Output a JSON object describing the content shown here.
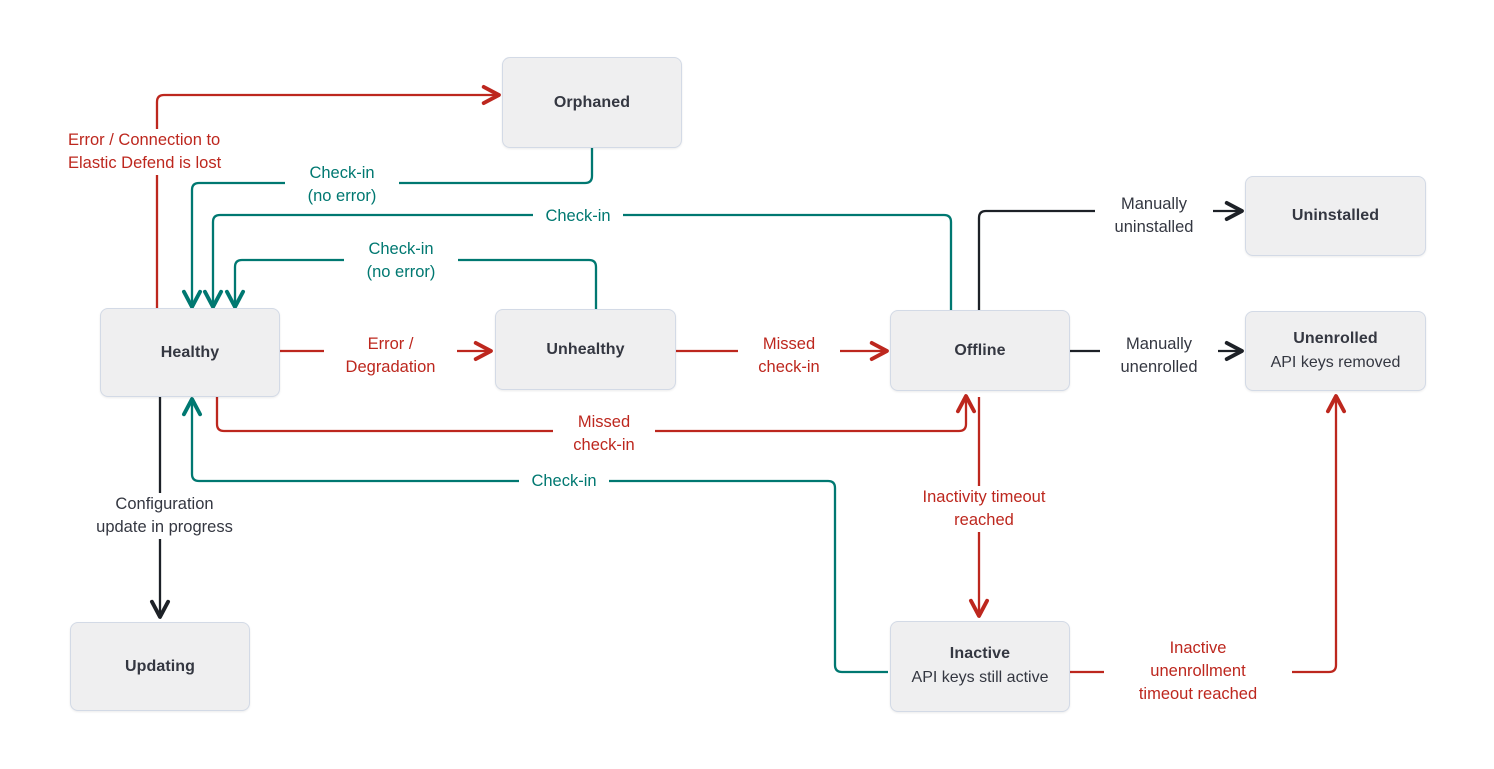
{
  "diagram": {
    "title": "Elastic Agent status state diagram",
    "colors": {
      "red": "#BD271E",
      "teal": "#007871",
      "dark": "#343741",
      "node_fill": "#EFEFF0",
      "node_border": "#D3DAE6",
      "background": "#FFFFFF"
    },
    "nodes": [
      {
        "id": "orphaned",
        "title": "Orphaned",
        "sub": ""
      },
      {
        "id": "healthy",
        "title": "Healthy",
        "sub": ""
      },
      {
        "id": "unhealthy",
        "title": "Unhealthy",
        "sub": ""
      },
      {
        "id": "offline",
        "title": "Offline",
        "sub": ""
      },
      {
        "id": "uninstalled",
        "title": "Uninstalled",
        "sub": ""
      },
      {
        "id": "unenrolled",
        "title": "Unenrolled",
        "sub": "API keys removed"
      },
      {
        "id": "updating",
        "title": "Updating",
        "sub": ""
      },
      {
        "id": "inactive",
        "title": "Inactive",
        "sub": "API keys still active"
      }
    ],
    "edge_labels": [
      {
        "id": "error-connection-lost",
        "text": "Error / Connection to\nElastic Defend is lost",
        "color": "red",
        "from": "healthy",
        "to": "orphaned"
      },
      {
        "id": "checkin-no-error-top",
        "text": "Check-in\n(no error)",
        "color": "teal",
        "from": "orphaned",
        "to": "healthy"
      },
      {
        "id": "checkin-offline-healthy",
        "text": "Check-in",
        "color": "teal",
        "from": "offline",
        "to": "healthy"
      },
      {
        "id": "checkin-no-error-mid",
        "text": "Check-in\n(no error)",
        "color": "teal",
        "from": "unhealthy",
        "to": "healthy"
      },
      {
        "id": "error-degradation",
        "text": "Error /\nDegradation",
        "color": "red",
        "from": "healthy",
        "to": "unhealthy"
      },
      {
        "id": "missed-checkin-unhealthy",
        "text": "Missed\ncheck-in",
        "color": "red",
        "from": "unhealthy",
        "to": "offline"
      },
      {
        "id": "missed-checkin-healthy",
        "text": "Missed\ncheck-in",
        "color": "red",
        "from": "healthy",
        "to": "offline"
      },
      {
        "id": "checkin-inactive-healthy",
        "text": "Check-in",
        "color": "teal",
        "from": "inactive",
        "to": "healthy"
      },
      {
        "id": "manually-uninstalled",
        "text": "Manually\nuninstalled",
        "color": "dark",
        "from": "offline",
        "to": "uninstalled"
      },
      {
        "id": "manually-unenrolled",
        "text": "Manually\nunenrolled",
        "color": "dark",
        "from": "offline",
        "to": "unenrolled"
      },
      {
        "id": "config-update",
        "text": "Configuration\nupdate in progress",
        "color": "dark",
        "from": "healthy",
        "to": "updating"
      },
      {
        "id": "inactivity-timeout",
        "text": "Inactivity timeout\nreached",
        "color": "red",
        "from": "offline",
        "to": "inactive"
      },
      {
        "id": "inactive-unenrollment",
        "text": "Inactive\nunenrollment\ntimeout reached",
        "color": "red",
        "from": "inactive",
        "to": "unenrolled"
      }
    ]
  }
}
